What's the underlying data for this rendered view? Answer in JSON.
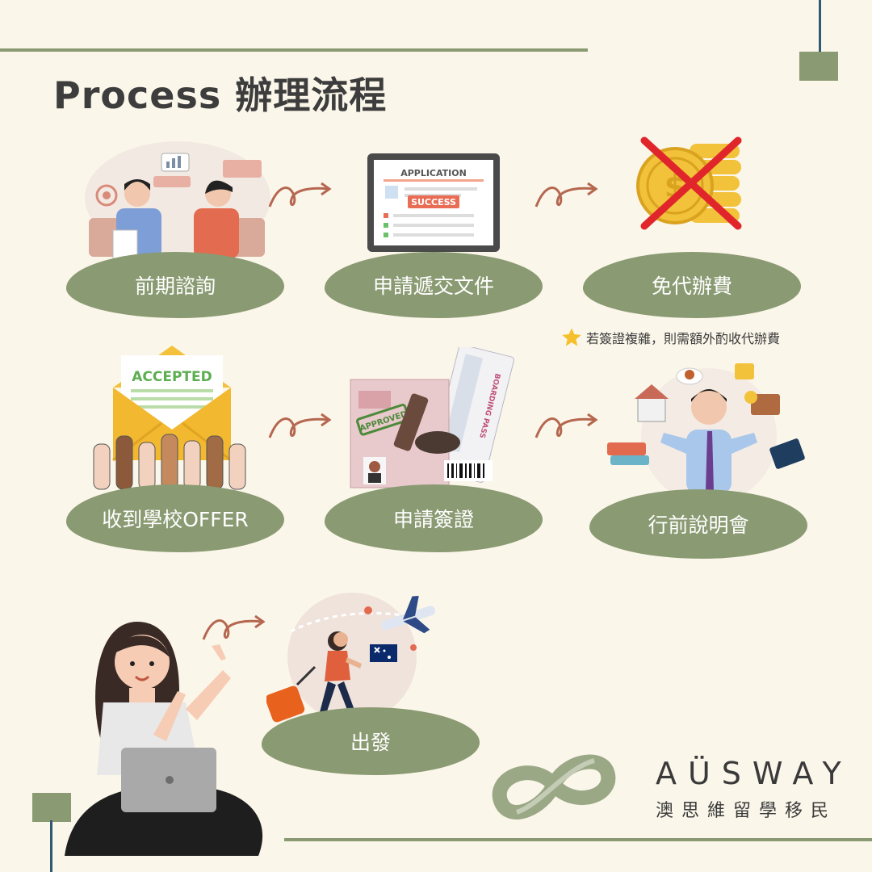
{
  "title": "Process 辦理流程",
  "steps": [
    {
      "label": "前期諮詢"
    },
    {
      "label": "申請遞交文件"
    },
    {
      "label": "免代辦費"
    },
    {
      "label": "收到學校OFFER"
    },
    {
      "label": "申請簽證"
    },
    {
      "label": "行前說明會"
    },
    {
      "label": "出發"
    }
  ],
  "note": "若簽證複雜，則需額外酌收代辦費",
  "illustrations": {
    "application": {
      "heading": "APPLICATION",
      "stamp": "SUCCESS"
    },
    "accepted": {
      "stamp": "ACCEPTED"
    },
    "visa": {
      "stamp": "APPROVED",
      "ticket": "BOARDING PASS"
    }
  },
  "brand": {
    "name": "AÜSWAY",
    "subtitle": "澳思維留學移民"
  },
  "colors": {
    "background": "#fbf6ea",
    "accent": "#8a9a72",
    "rail": "#2f5a73",
    "cross": "#e0262b"
  }
}
